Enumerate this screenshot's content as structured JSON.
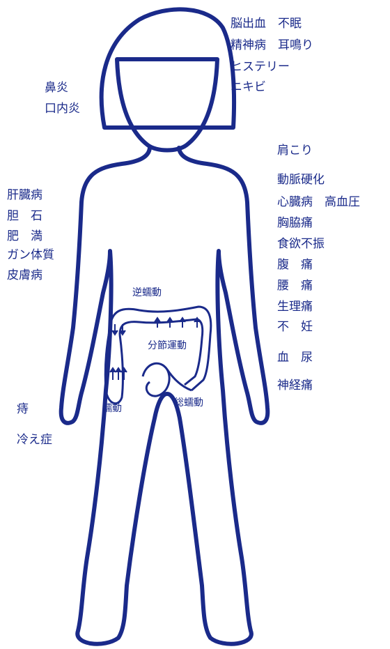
{
  "colors": {
    "ink": "#1a2a8a",
    "background": "#ffffff"
  },
  "head_right": {
    "line1": "脳出血　不眠",
    "line2": "精神病　耳鳴り",
    "line3": "ヒステリー",
    "line4": "ニキビ"
  },
  "head_left": {
    "line1": "鼻炎",
    "line2": "口内炎"
  },
  "body_right": {
    "line1": "肩こり",
    "line2": "動脈硬化",
    "line3": "心臓病　高血圧",
    "line4": "胸脇痛",
    "line5": "食欲不振",
    "line6": "腹　痛",
    "line7": "腰　痛",
    "line8": "生理痛",
    "line9": "不　妊",
    "line10": "血　尿",
    "line11": "神経痛"
  },
  "body_left": {
    "line1": "肝臓病",
    "line2": "胆　石",
    "line3": "肥　満",
    "line4": "ガン体質",
    "line5": "皮膚病"
  },
  "lower_left": {
    "line1": "痔",
    "line2": "冷え症"
  },
  "intestine": {
    "reverse_peristalsis": "逆蠕動",
    "segmentation": "分節運動",
    "peristalsis": "蠕動",
    "mass_peristalsis": "総蠕動"
  }
}
